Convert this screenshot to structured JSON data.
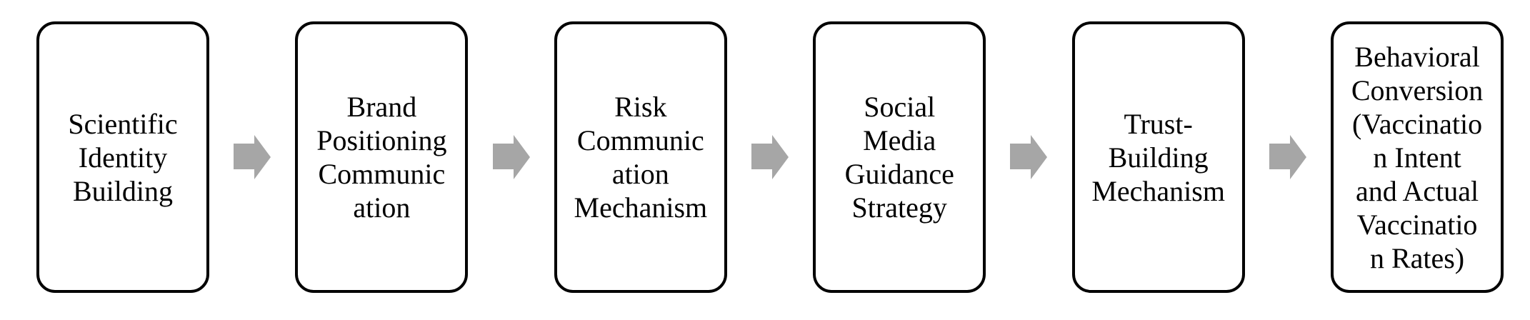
{
  "diagram": {
    "type": "flowchart",
    "direction": "left-to-right",
    "background_color": "#ffffff",
    "box_border_color": "#000000",
    "box_fill_color": "#ffffff",
    "text_color": "#000000",
    "arrow_color": "#a6a6a6",
    "steps": [
      {
        "id": "scientific-identity-building",
        "label": "Scientific\nIdentity\nBuilding"
      },
      {
        "id": "brand-positioning-communication",
        "label": "Brand\nPositioning\nCommunic\nation"
      },
      {
        "id": "risk-communication-mechanism",
        "label": "Risk\nCommunic\nation\nMechanism"
      },
      {
        "id": "social-media-guidance-strategy",
        "label": "Social\nMedia\nGuidance\nStrategy"
      },
      {
        "id": "trust-building-mechanism",
        "label": "Trust-\nBuilding\nMechanism"
      },
      {
        "id": "behavioral-conversion",
        "label": "Behavioral\nConversion\n(Vaccinatio\nn Intent\nand Actual\nVaccinatio\nn Rates)"
      }
    ]
  }
}
